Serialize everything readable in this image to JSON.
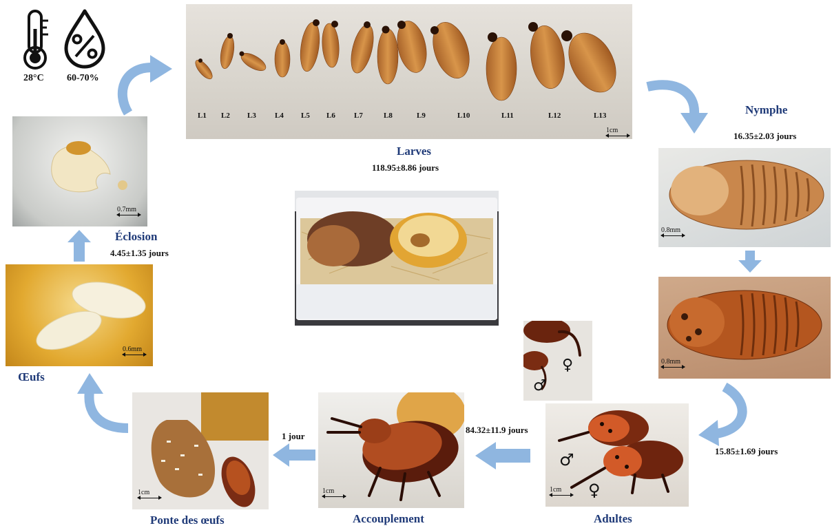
{
  "conditions": {
    "temperature": "28°C",
    "humidity": "60-70%"
  },
  "larvae": {
    "title": "Larves",
    "duration": "118.95±8.86 jours",
    "instars": [
      "L1",
      "L2",
      "L3",
      "L4",
      "L5",
      "L6",
      "L7",
      "L8",
      "L9",
      "L10",
      "L11",
      "L12",
      "L13"
    ],
    "scale": "1cm"
  },
  "pupa": {
    "title": "Nymphe",
    "duration": "16.35±2.03 jours",
    "scale_top": "0.8mm",
    "scale_bottom": "0.8mm"
  },
  "emergence": {
    "duration": "15.85±1.69 jours"
  },
  "adults": {
    "title": "Adultes",
    "scale": "1cm",
    "male_symbol": "♂",
    "female_symbol": "♀",
    "inset_female": "♀",
    "inset_male": "♂"
  },
  "mating": {
    "title": "Accouplement",
    "preoviposition": "84.32±11.9 jours",
    "scale": "1cm"
  },
  "oviposition": {
    "title": "Ponte des œufs",
    "delay": "1 jour",
    "scale": "1cm"
  },
  "eggs": {
    "title": "Œufs",
    "scale": "0.6mm"
  },
  "hatching": {
    "title": "Éclosion",
    "duration": "4.45±1.35 jours",
    "scale": "0.7mm"
  },
  "colors": {
    "title_blue": "#1f3a78",
    "arrow_blue": "#8fb6e0"
  }
}
